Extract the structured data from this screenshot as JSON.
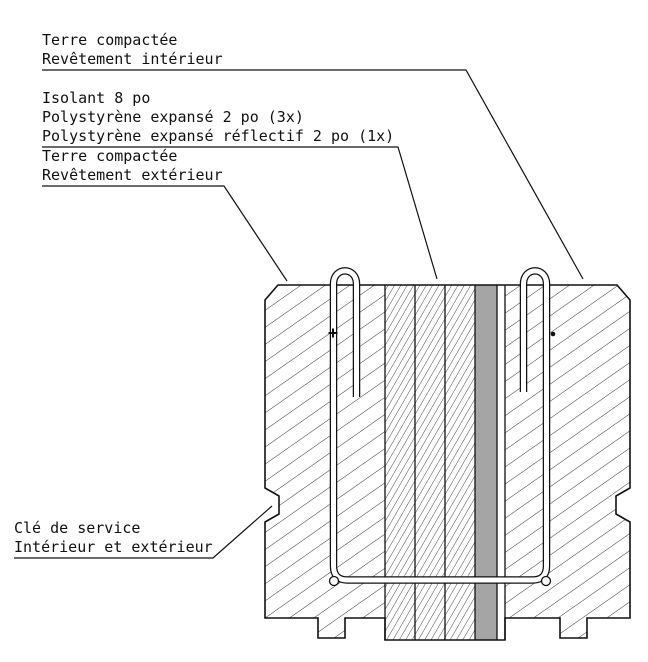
{
  "page": {
    "background": "#ffffff",
    "kind": "technical cross-section drawing"
  },
  "colors": {
    "line": "#111111",
    "hatch": "#333333",
    "reflective_fill": "#a5a5a5"
  },
  "annotations": [
    {
      "id": "interior-side",
      "lines": [
        "Terre compactée",
        "Revêtement intérieur"
      ]
    },
    {
      "id": "insulation",
      "lines": [
        "Isolant 8 po",
        "Polystyrène expansé 2 po (3x)",
        "Polystyrène expansé réflectif 2 po (1x)"
      ]
    },
    {
      "id": "exterior-side",
      "lines": [
        "Terre compactée",
        "Revêtement extérieur"
      ]
    },
    {
      "id": "service-key",
      "lines": [
        "Clé de service",
        "Intérieur et extérieur"
      ]
    }
  ]
}
